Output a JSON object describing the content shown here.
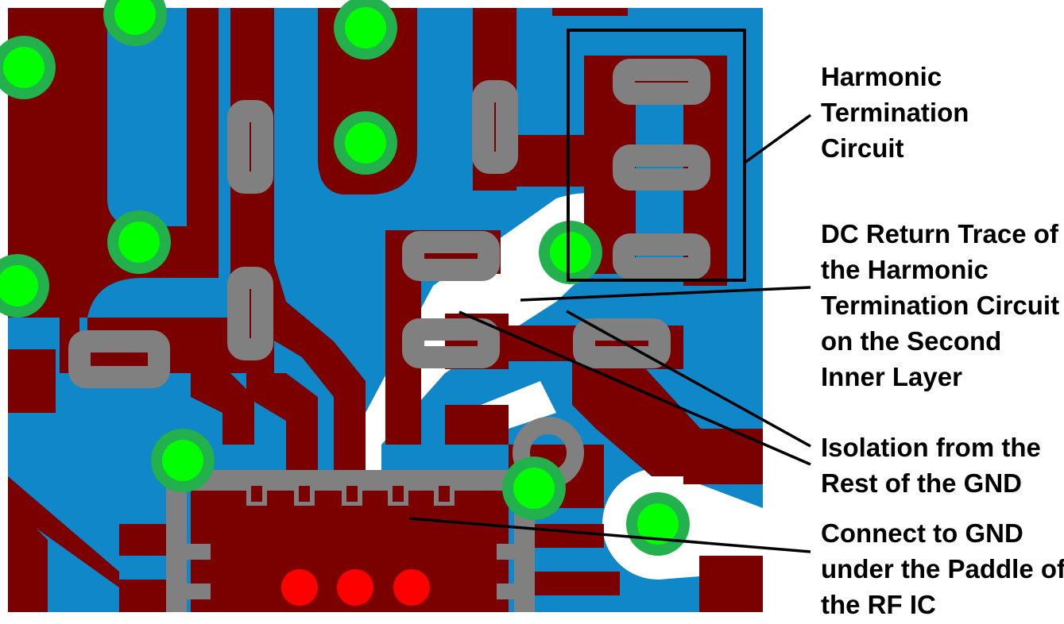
{
  "colors": {
    "background": "#ffffff",
    "board_gnd_plane": "#0f87c8",
    "copper_top": "#7b0000",
    "pad_outline": "#808080",
    "silk_isolation": "#ffffff",
    "via_ring": "#22b14c",
    "via_center": "#00ff00",
    "paddle_via": "#ff0000",
    "annotation": "#000000"
  },
  "annotations": [
    {
      "id": "harmonic-termination",
      "lines": [
        "Harmonic",
        "Termination",
        "Circuit"
      ]
    },
    {
      "id": "dc-return-trace",
      "lines": [
        "DC Return Trace of",
        "the Harmonic",
        "Termination Circuit",
        "on the Second",
        "Inner Layer"
      ]
    },
    {
      "id": "isolation",
      "lines": [
        "Isolation from the",
        "Rest of the GND"
      ]
    },
    {
      "id": "connect-gnd",
      "lines": [
        "Connect to GND",
        "under the Paddle of",
        "the RF IC"
      ]
    }
  ]
}
